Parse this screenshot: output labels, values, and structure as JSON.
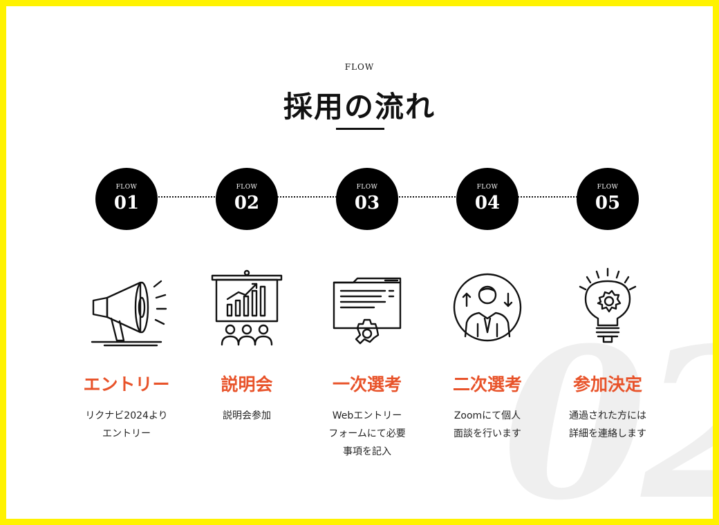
{
  "section": {
    "eyebrow": "FLOW",
    "title": "採用の流れ",
    "watermark": "02",
    "colors": {
      "frame": "#fff200",
      "accent": "#e8532a",
      "badge": "#000000"
    }
  },
  "steps": [
    {
      "label": "FLOW",
      "num": "01",
      "icon": "megaphone-icon",
      "title": "エントリー",
      "desc": [
        "リクナビ2024より",
        "エントリー"
      ]
    },
    {
      "label": "FLOW",
      "num": "02",
      "icon": "presentation-icon",
      "title": "説明会",
      "desc": [
        "説明会参加"
      ]
    },
    {
      "label": "FLOW",
      "num": "03",
      "icon": "web-form-icon",
      "title": "一次選考",
      "desc": [
        "Webエントリー",
        "フォームにて必要",
        "事項を記入"
      ]
    },
    {
      "label": "FLOW",
      "num": "04",
      "icon": "interview-icon",
      "title": "二次選考",
      "desc": [
        "Zoomにて個人",
        "面談を行います"
      ]
    },
    {
      "label": "FLOW",
      "num": "05",
      "icon": "lightbulb-icon",
      "title": "参加決定",
      "desc": [
        "通過された方には",
        "詳細を連絡します"
      ]
    }
  ]
}
